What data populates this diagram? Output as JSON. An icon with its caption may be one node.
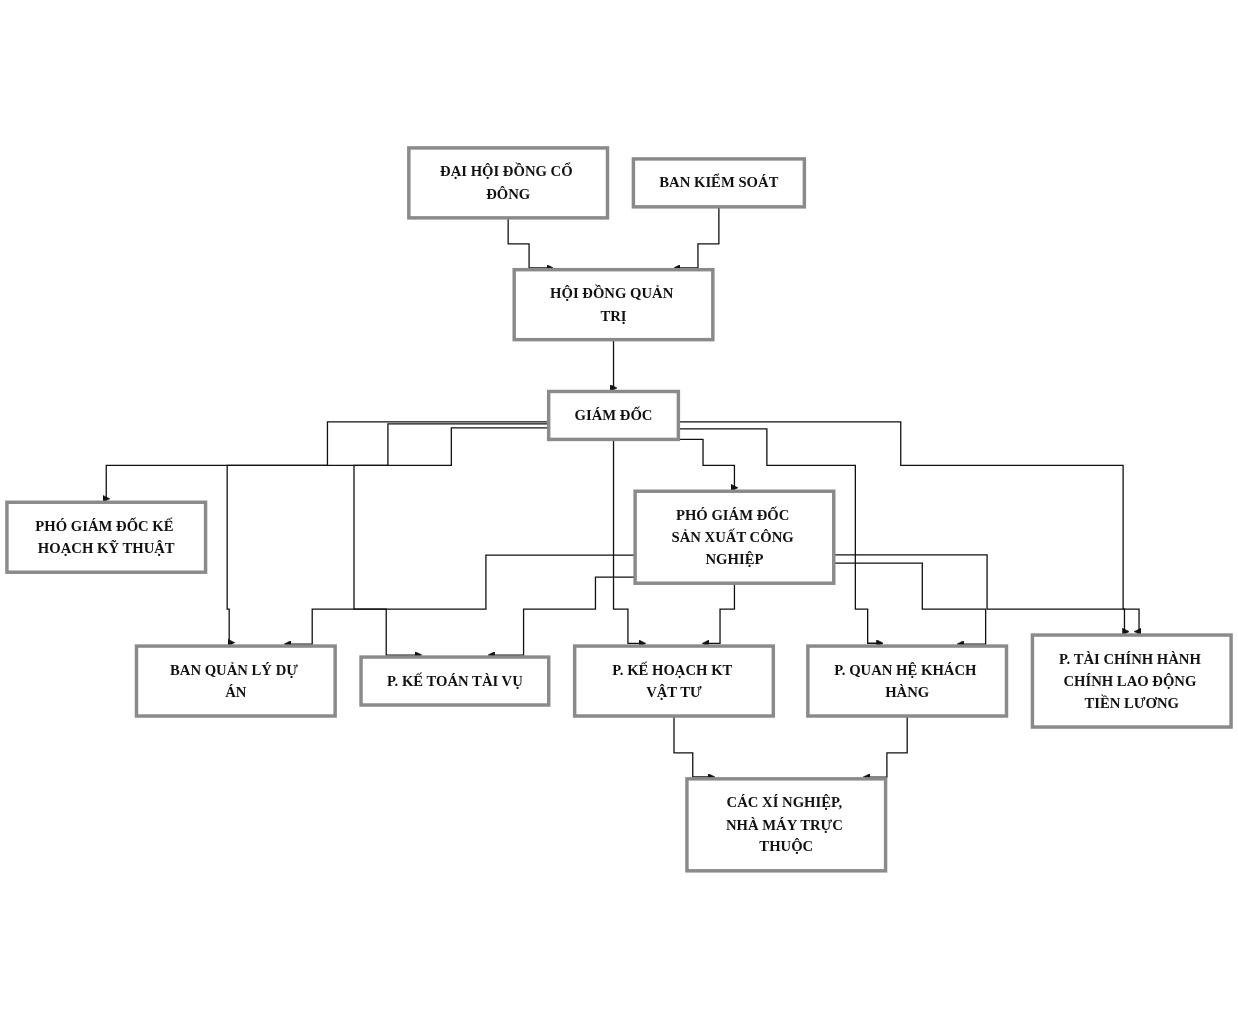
{
  "diagram": {
    "nodes": [
      {
        "text": [
          "ĐẠI HỘI ĐỒNG CỔ ĐÔNG"
        ]
      },
      {
        "text": [
          "BAN KIỂM SOÁT"
        ]
      },
      {
        "text": [
          "HỘI ĐỒNG QUẢN TRỊ"
        ]
      },
      {
        "text": [
          "GIÁM ĐỐC"
        ]
      },
      {
        "text": [
          "PHÓ GIÁM ĐỐC KẾ HOẠCH KỸ THUẬT"
        ]
      },
      {
        "text": [
          "PHÓ GIÁM ĐỐC SẢN XUẤT CÔNG NGHIỆP"
        ]
      },
      {
        "text": [
          "BAN QUẢN LÝ DỰ ÁN"
        ]
      },
      {
        "text": [
          "P. KẾ TOÁN TÀI VỤ"
        ]
      },
      {
        "text": [
          "P. KẾ HOẠCH KT VẬT TƯ"
        ]
      },
      {
        "text": [
          "P. QUAN HỆ KHÁCH HÀNG"
        ]
      },
      {
        "text": [
          "P. TÀI CHÍNH HÀNH CHÍNH LAO ĐỘNG TIỀN LƯƠNG"
        ]
      },
      {
        "text": [
          "CÁC XÍ NGHIỆP, NHÀ MÁY TRỰC THUỘC"
        ]
      }
    ],
    "edges": [
      {
        "from": 0,
        "to": 2,
        "arrow": "to"
      },
      {
        "from": 1,
        "to": 2,
        "arrow": "to"
      },
      {
        "from": 2,
        "to": 3,
        "arrow": "to"
      },
      {
        "from": 3,
        "to": 4,
        "arrow": "to"
      },
      {
        "from": 3,
        "to": 5,
        "arrow": "to"
      },
      {
        "from": 3,
        "to": 6,
        "arrow": "to"
      },
      {
        "from": 3,
        "to": 7,
        "arrow": "to"
      },
      {
        "from": 3,
        "to": 8,
        "arrow": "to"
      },
      {
        "from": 3,
        "to": 9,
        "arrow": "to"
      },
      {
        "from": 3,
        "to": 10,
        "arrow": "to"
      },
      {
        "from": 5,
        "to": 6,
        "arrow": "to"
      },
      {
        "from": 5,
        "to": 7,
        "arrow": "to"
      },
      {
        "from": 5,
        "to": 8,
        "arrow": "to"
      },
      {
        "from": 5,
        "to": 9,
        "arrow": "to"
      },
      {
        "from": 5,
        "to": 10,
        "arrow": "to"
      },
      {
        "from": 8,
        "to": 11,
        "arrow": "to"
      },
      {
        "from": 9,
        "to": 11,
        "arrow": "to"
      }
    ]
  }
}
